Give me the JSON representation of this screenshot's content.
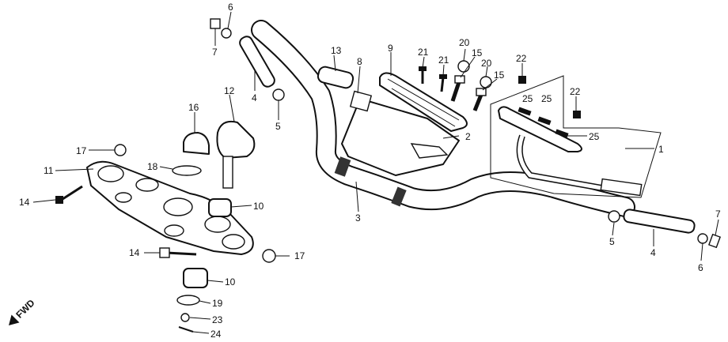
{
  "diagram": {
    "fwd_label": "FWD",
    "callouts": {
      "c1": "1",
      "c2": "2",
      "c3": "3",
      "c4a": "4",
      "c4b": "4",
      "c5a": "5",
      "c5b": "5",
      "c6a": "6",
      "c6b": "6",
      "c7a": "7",
      "c7b": "7",
      "c8": "8",
      "c9": "9",
      "c10a": "10",
      "c10b": "10",
      "c11": "11",
      "c12": "12",
      "c13": "13",
      "c14a": "14",
      "c14b": "14",
      "c15a": "15",
      "c15b": "15",
      "c16": "16",
      "c17a": "17",
      "c17b": "17",
      "c18": "18",
      "c19": "19",
      "c20a": "20",
      "c20b": "20",
      "c21a": "21",
      "c21b": "21",
      "c22a": "22",
      "c22b": "22",
      "c23": "23",
      "c24": "24",
      "c25a": "25",
      "c25b": "25",
      "c25c": "25"
    }
  }
}
